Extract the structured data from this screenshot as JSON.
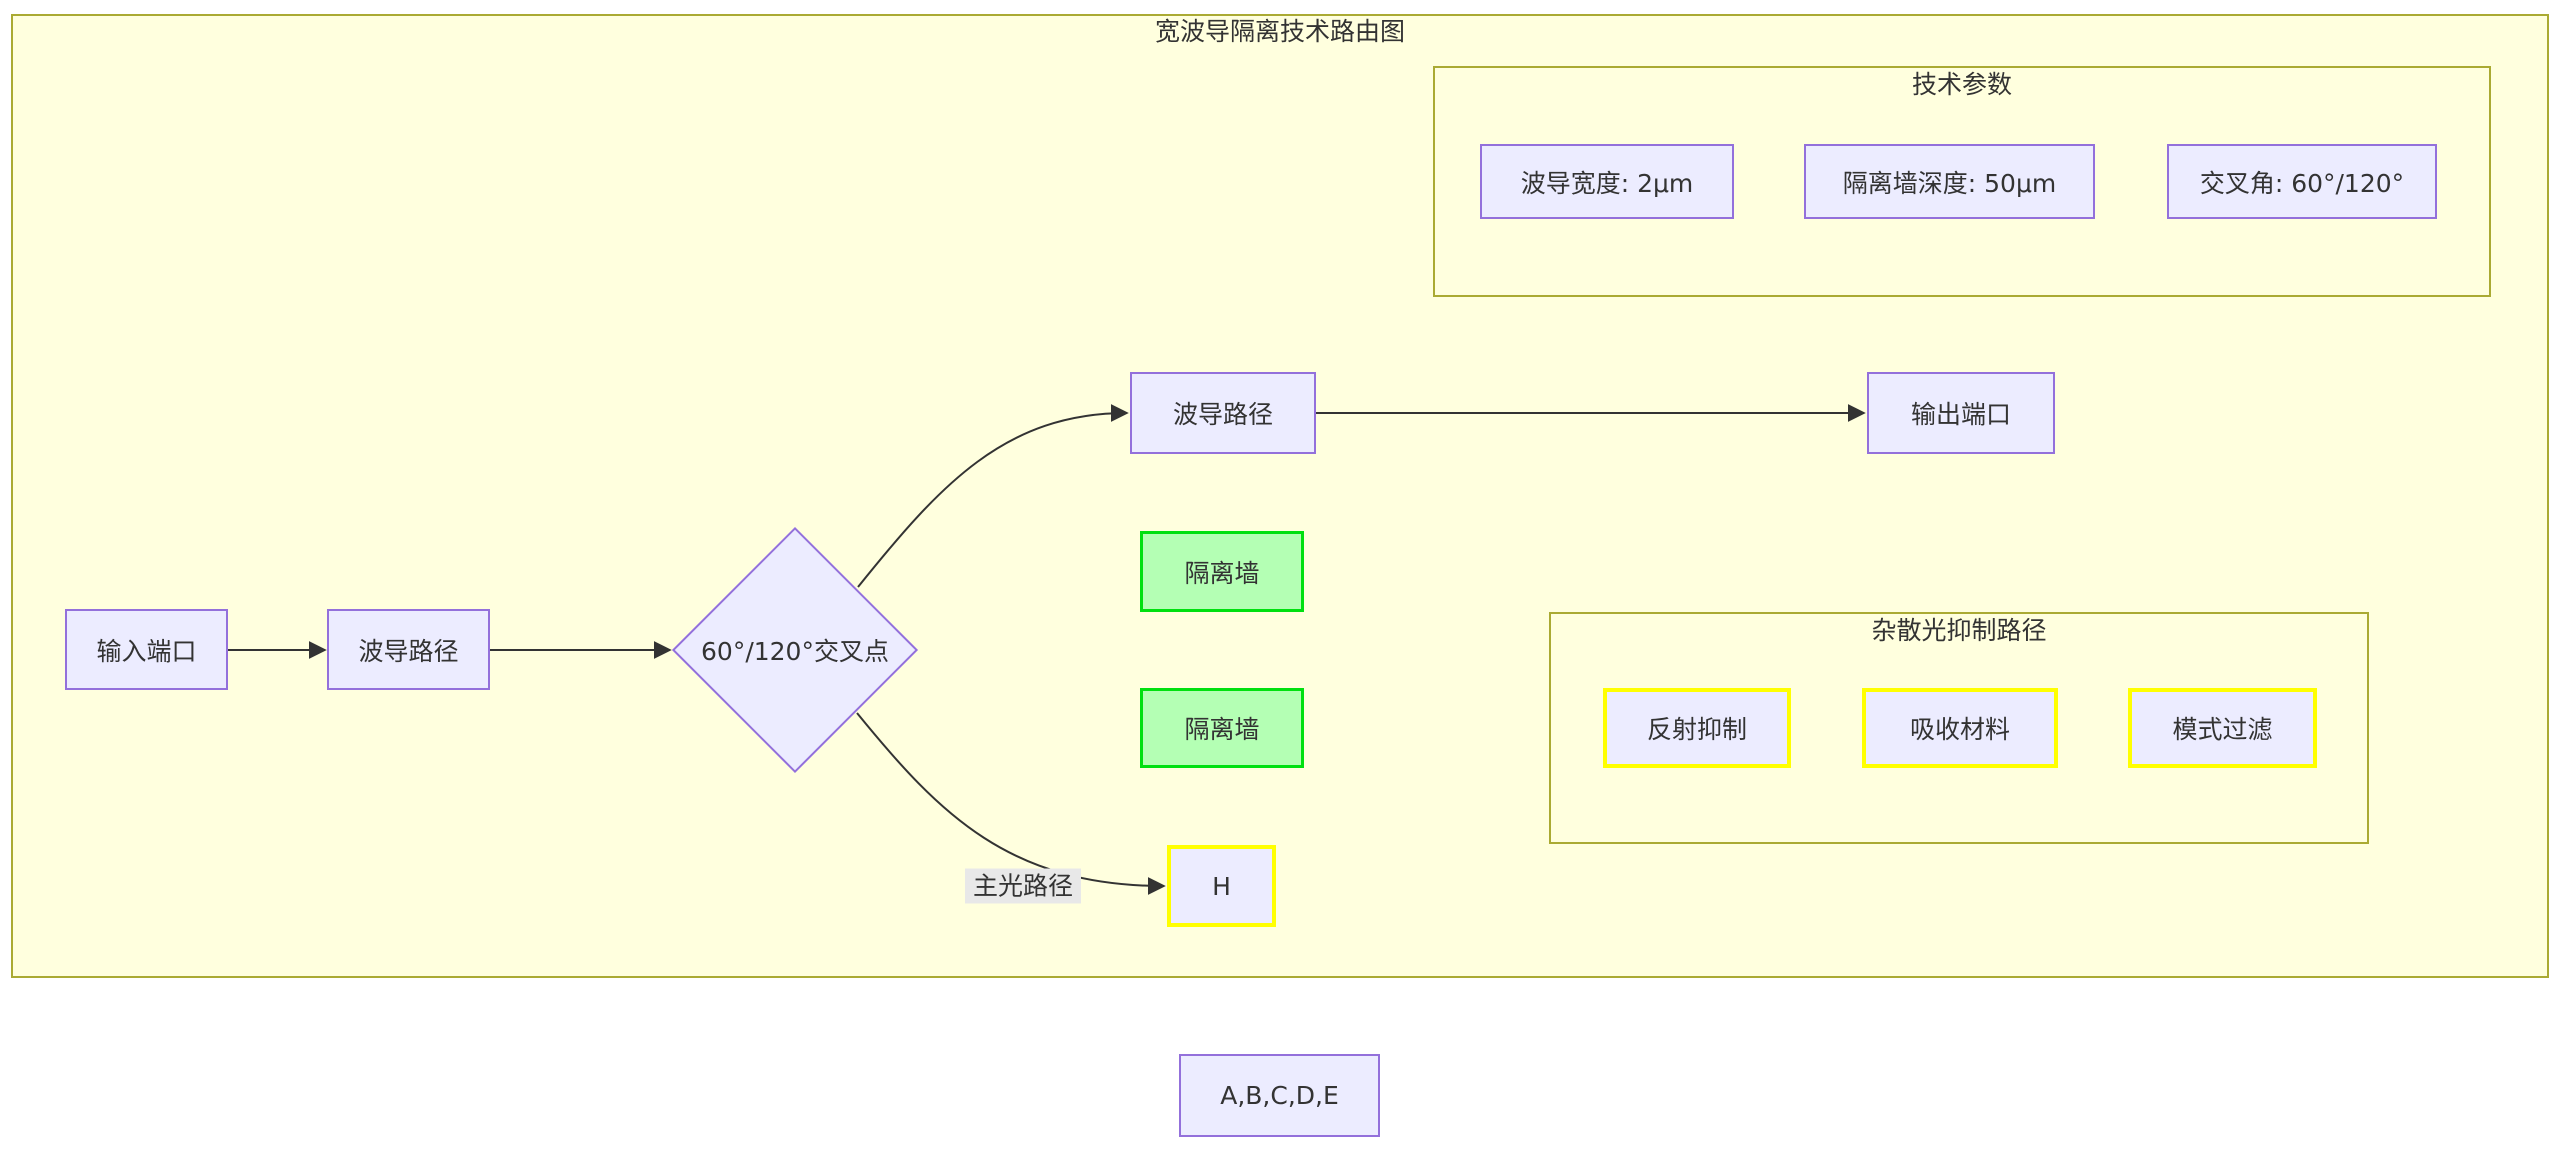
{
  "diagram": {
    "title": "宽波导隔离技术路由图",
    "tech_params": {
      "title": "技术参数",
      "items": [
        "波导宽度: 2μm",
        "隔离墙深度: 50μm",
        "交叉角: 60°/120°"
      ]
    },
    "stray_light": {
      "title": "杂散光抑制路径",
      "items": [
        "反射抑制",
        "吸收材料",
        "模式过滤"
      ]
    },
    "nodes": {
      "input_port": "输入端口",
      "waveguide_path_in": "波导路径",
      "crossing_point": "60°/120°交叉点",
      "waveguide_path_out": "波导路径",
      "output_port": "输出端口",
      "isolation_wall_top": "隔离墙",
      "isolation_wall_bottom": "隔离墙",
      "h_port": "H",
      "port_list": "A,B,C,D,E"
    },
    "edge_labels": {
      "main_light_path": "主光路径"
    },
    "colors": {
      "canvas_bg": "#FFFFFF",
      "cluster_fill": "#FFFFDE",
      "cluster_border": "#AAAA33",
      "node_fill": "#ECECFF",
      "node_border": "#9370DB",
      "wall_fill": "#B4FFB4",
      "wall_border": "#00E010",
      "highlight_border": "#FFFF00",
      "edge_stroke": "#333333",
      "text": "#333333",
      "edge_label_bg": "#E8E8E8"
    }
  }
}
